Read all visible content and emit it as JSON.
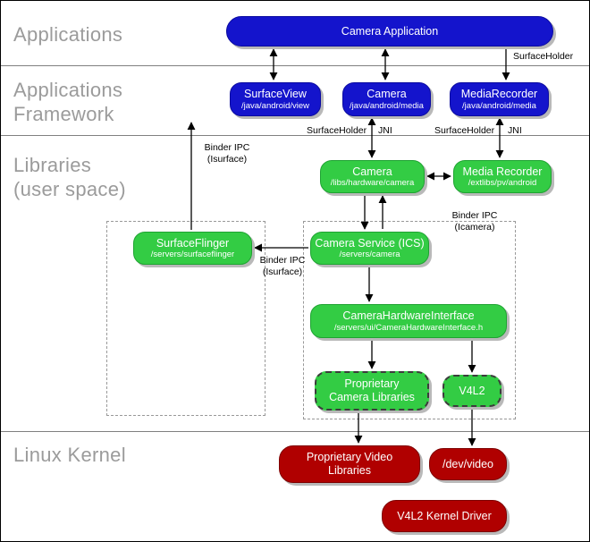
{
  "layer_labels": {
    "applications": "Applications",
    "framework_line1": "Applications",
    "framework_line2": "Framework",
    "libraries_line1": "Libraries",
    "libraries_line2": "(user space)",
    "linux_kernel": "Linux Kernel"
  },
  "nodes": {
    "camera_application": {
      "title": "Camera Application"
    },
    "surface_view": {
      "title": "SurfaceView",
      "subtitle": "/java/android/view"
    },
    "camera_java": {
      "title": "Camera",
      "subtitle": "/java/android/media"
    },
    "media_recorder_java": {
      "title": "MediaRecorder",
      "subtitle": "/java/android/media"
    },
    "camera_lib": {
      "title": "Camera",
      "subtitle": "/libs/hardware/camera"
    },
    "media_recorder_lib": {
      "title": "Media Recorder",
      "subtitle": "/extlibs/pv/android"
    },
    "surface_flinger": {
      "title": "SurfaceFlinger",
      "subtitle": "/servers/surfaceflinger"
    },
    "camera_service": {
      "title": "Camera Service (ICS)",
      "subtitle": "/servers/camera"
    },
    "camera_hardware_interface": {
      "title": "CameraHardwareInterface",
      "subtitle": "/servers/ui/CameraHardwareInterface.h"
    },
    "proprietary_camera_libraries": {
      "title": "Proprietary Camera Libraries"
    },
    "v4l2": {
      "title": "V4L2"
    },
    "proprietary_video_libraries": {
      "title": "Proprietary Video Libraries"
    },
    "dev_video": {
      "title": "/dev/video"
    },
    "v4l2_kernel_driver": {
      "title": "V4L2 Kernel Driver"
    }
  },
  "edge_labels": {
    "surfaceholder_top": "SurfaceHolder",
    "surfaceholder_camera": "SurfaceHolder",
    "jni_camera": "JNI",
    "surfaceholder_mediarecorder": "SurfaceHolder",
    "jni_mediarecorder": "JNI",
    "binder_left": {
      "line1": "Binder IPC",
      "line2": "(Isurface)"
    },
    "binder_mid": {
      "line1": "Binder IPC",
      "line2": "(Isurface)"
    },
    "binder_icamera": {
      "line1": "Binder IPC",
      "line2": "(Icamera)"
    }
  },
  "colors": {
    "app_blue": "#1414cc",
    "lib_green": "#33cc44",
    "kernel_red": "#b00000"
  }
}
